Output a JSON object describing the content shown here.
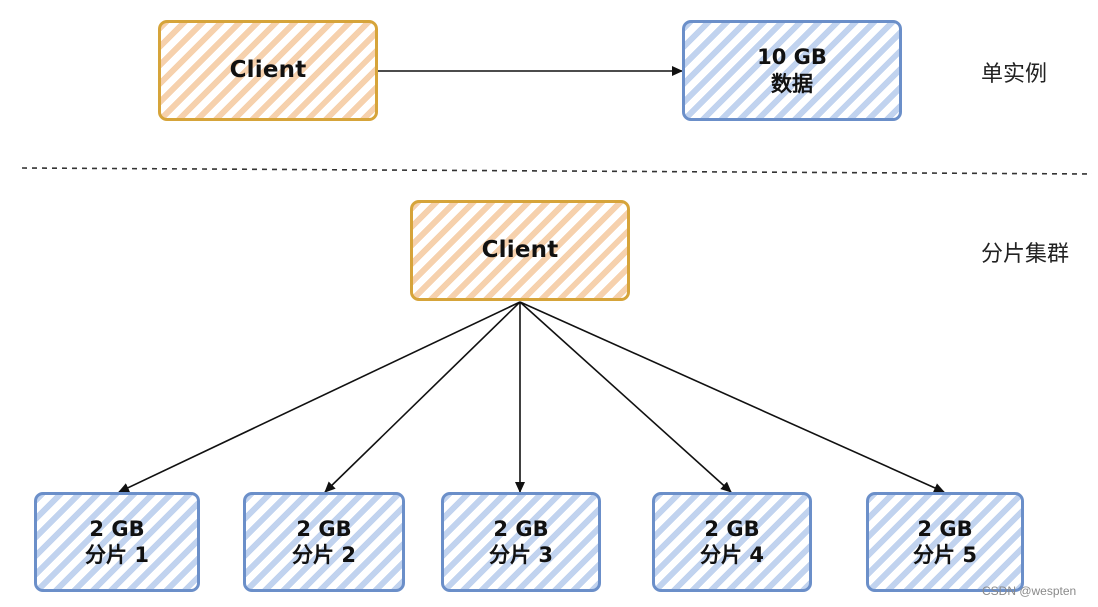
{
  "top": {
    "client_label": "Client",
    "data_box": {
      "line1": "10 GB",
      "line2": "数据"
    },
    "mode_label": "单实例"
  },
  "bottom": {
    "client_label": "Client",
    "mode_label": "分片集群",
    "shards": [
      {
        "line1": "2 GB",
        "line2": "分片 1"
      },
      {
        "line1": "2 GB",
        "line2": "分片 2"
      },
      {
        "line1": "2 GB",
        "line2": "分片 3"
      },
      {
        "line1": "2 GB",
        "line2": "分片 4"
      },
      {
        "line1": "2 GB",
        "line2": "分片 5"
      }
    ]
  },
  "watermark": "CSDN @wespten",
  "colors": {
    "client_border": "#d6a43a",
    "client_hatch": "#f4c496",
    "data_border": "#6b8fc9",
    "data_hatch": "#b6cbec",
    "arrow": "#111111",
    "divider": "#333333"
  }
}
